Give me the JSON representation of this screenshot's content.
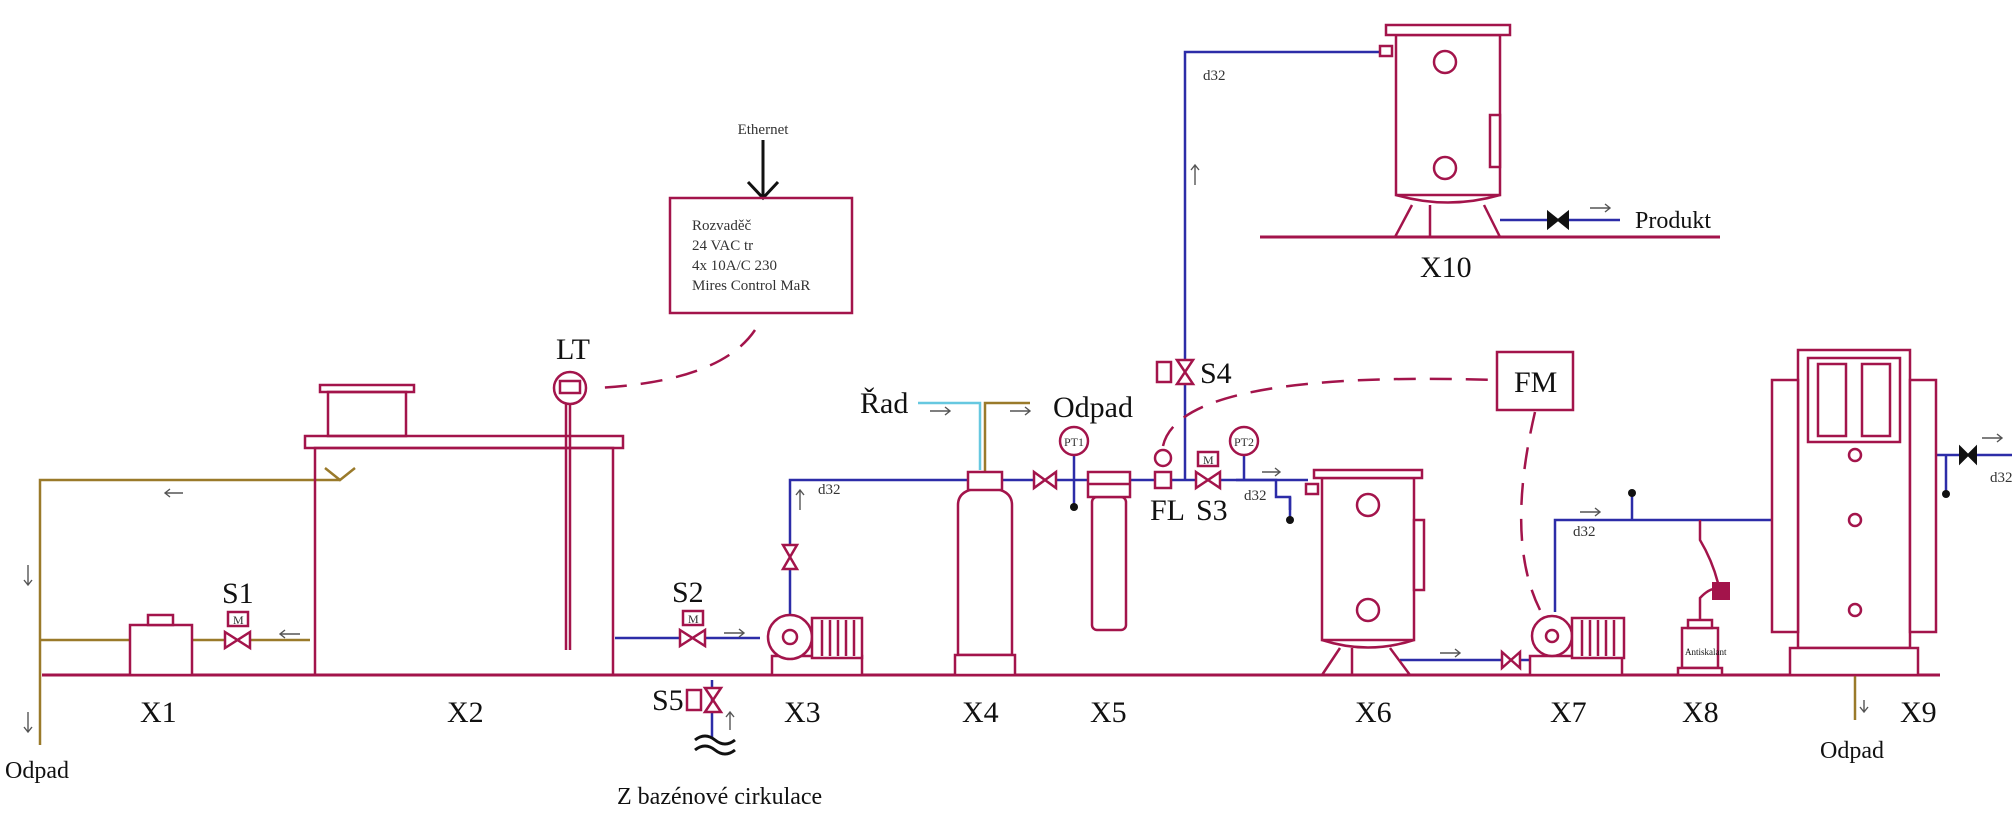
{
  "labels": {
    "x1": "X1",
    "x2": "X2",
    "x3": "X3",
    "x4": "X4",
    "x5": "X5",
    "x6": "X6",
    "x7": "X7",
    "x8": "X8",
    "x9": "X9",
    "x10": "X10",
    "s1": "S1",
    "s2": "S2",
    "s3": "S3",
    "s4": "S4",
    "s5": "S5",
    "lt": "LT",
    "fl": "FL",
    "fm": "FM",
    "pt1": "PT1",
    "pt2": "PT2",
    "m": "M"
  },
  "flows": {
    "odpad": "Odpad",
    "rad": "Řad",
    "produkt": "Produkt",
    "pool_circulation": "Z bazénové cirkulace",
    "ethernet": "Ethernet",
    "d32": "d32",
    "antiskalant": "Antiskalant"
  },
  "control_box": {
    "lines": [
      "Rozvaděč",
      "24 VAC tr",
      "4x 10A/C 230",
      "Mires Control MaR"
    ]
  },
  "colors": {
    "equipment": "#a3144b",
    "pipe_water": "#2c2ca8",
    "pipe_waste": "#9a7a2a",
    "pipe_feed": "#66c8e0"
  }
}
